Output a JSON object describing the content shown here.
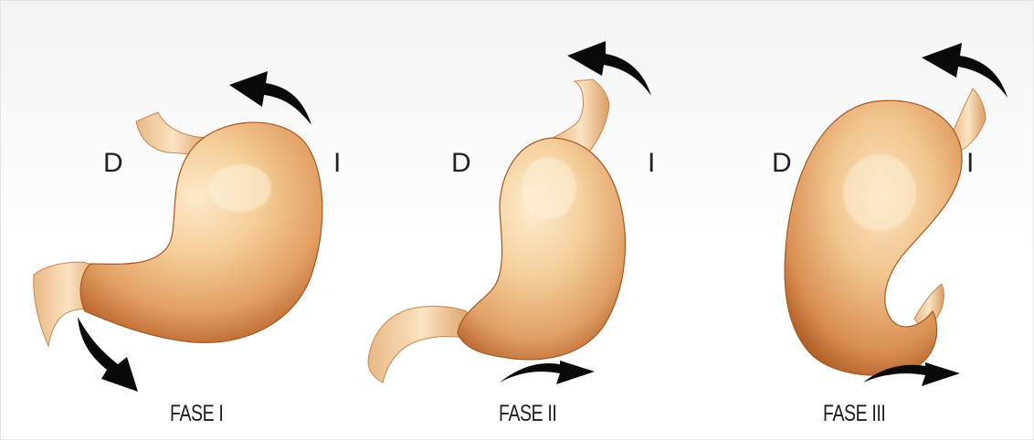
{
  "panels": [
    {
      "left_label": "D",
      "right_label": "I",
      "caption": "FASE I"
    },
    {
      "left_label": "D",
      "right_label": "I",
      "caption": "FASE II"
    },
    {
      "left_label": "D",
      "right_label": "I",
      "caption": "FASE III"
    }
  ],
  "colors": {
    "stomach_light": "#fbe2bd",
    "stomach_mid": "#e8ac6e",
    "stomach_dark": "#b45f2a",
    "arrow": "#0a0a0a",
    "text": "#222222"
  }
}
